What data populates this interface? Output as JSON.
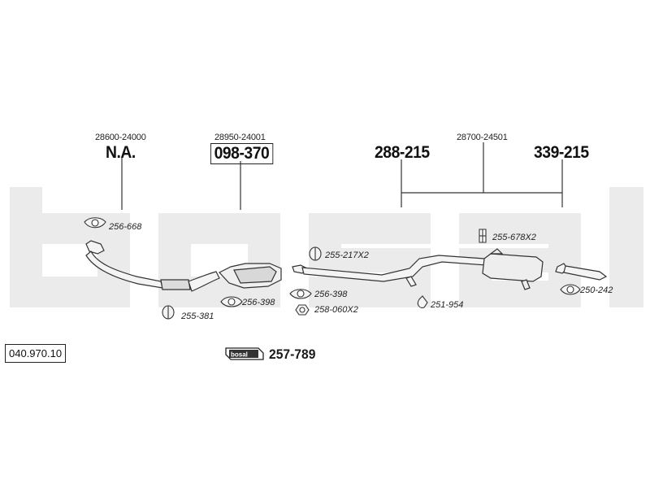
{
  "catalog_number": "040.970.10",
  "watermark_text": "bosal",
  "brand_logo": "bosal",
  "colors": {
    "ink": "#222222",
    "watermark": "#ebebeb",
    "part_fill": "#f4f4f4"
  },
  "oe_numbers": {
    "front_pipe": "28600-24000",
    "catalyst": "28950-24001",
    "rear_system": "28700-24501"
  },
  "main_parts": {
    "front_pipe": "N.A.",
    "catalyst": "098-370",
    "middle_pipe": "288-215",
    "rear_silencer": "339-215"
  },
  "accessories": {
    "gasket_front_top": "256-668",
    "clamp_front": "255-381",
    "gasket_catalyst": "256-398",
    "clamp_middle": "255-217X2",
    "gasket_middle": "256-398",
    "nut": "258-060X2",
    "hanger_middle": "251-954",
    "hanger_rear": "255-678X2",
    "gasket_tail": "250-242"
  },
  "mounting_kit": "257-789"
}
